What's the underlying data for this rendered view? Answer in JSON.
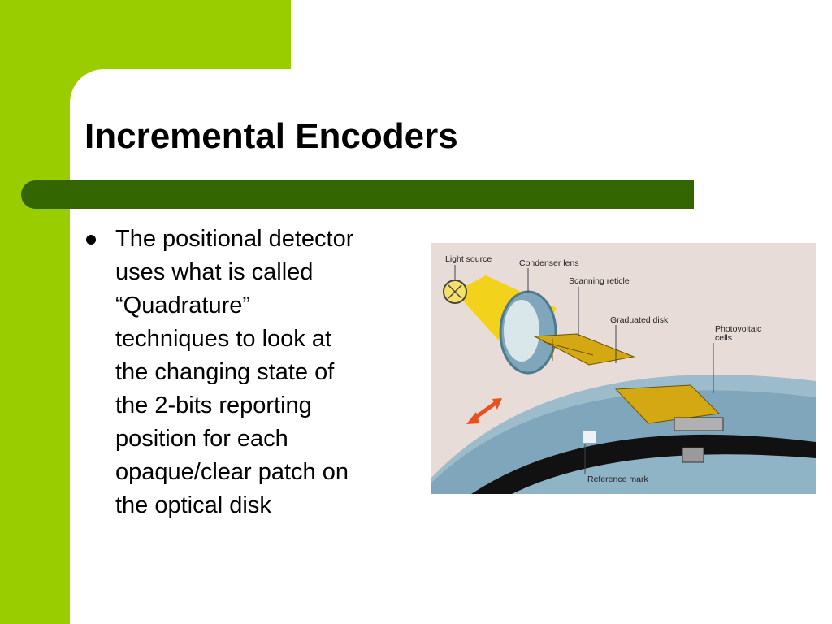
{
  "slide": {
    "title": "Incremental Encoders",
    "bullets": [
      "The positional detector\nuses what is called\n“Quadrature”\ntechniques to look at\nthe changing state of\nthe 2-bits reporting\nposition for each\nopaque/clear patch on\nthe optical disk"
    ]
  },
  "diagram": {
    "labels": {
      "light_source": "Light source",
      "condenser_lens": "Condenser lens",
      "scanning_reticle": "Scanning reticle",
      "graduated_disk": "Graduated disk",
      "photovoltaic_cells_line1": "Photovoltaic",
      "photovoltaic_cells_line2": "cells",
      "reference_mark": "Reference mark"
    }
  },
  "colors": {
    "background_green": "#9acd00",
    "title_bar_green": "#336600",
    "diagram_background": "#e8dcd8",
    "light_beam_yellow": "#f2d21a",
    "disk_blue": "#8fb4c6",
    "arrow_orange": "#e8501e"
  }
}
